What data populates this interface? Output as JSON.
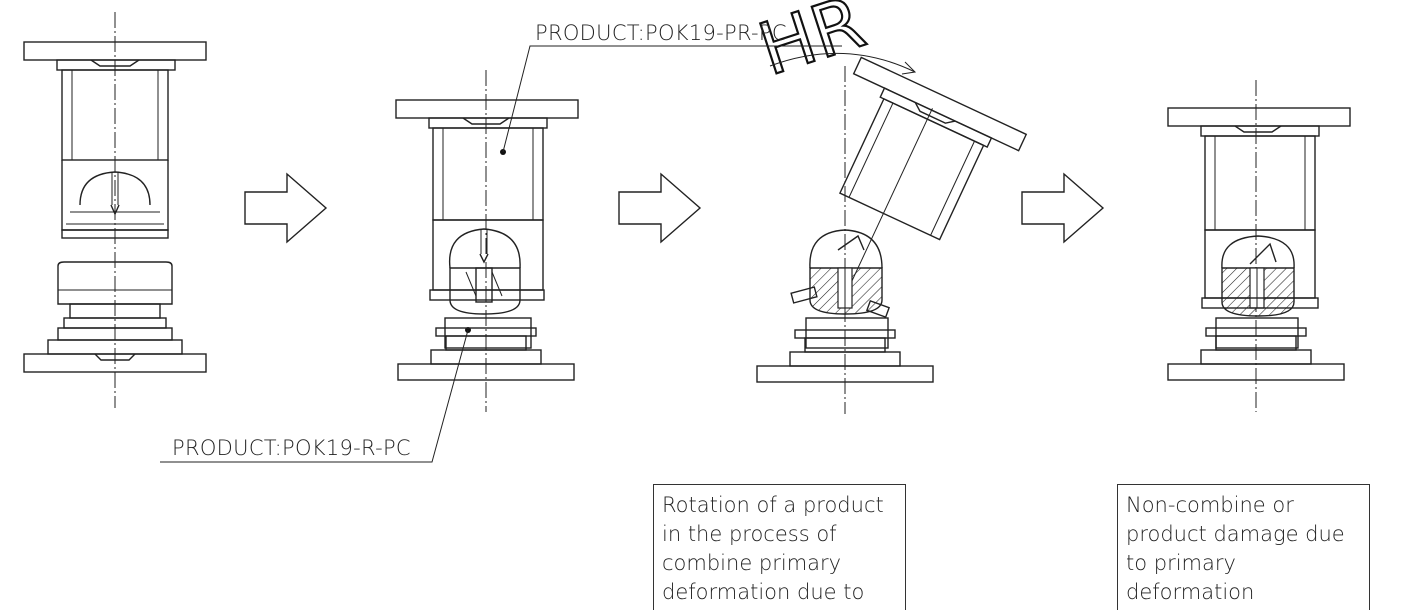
{
  "watermark": "HR",
  "labels": {
    "product_top": "PRODUCT:POK19-PR-PC",
    "product_bottom": "PRODUCT:POK19-R-PC"
  },
  "notes": {
    "rotation": "Rotation of a product in the process of combine primary deformation due to",
    "damage": "Non-combine or product damage due to primary deformation"
  }
}
